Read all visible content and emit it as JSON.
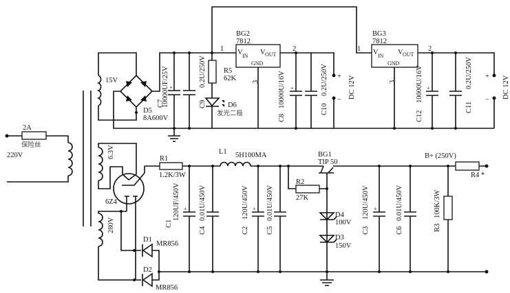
{
  "fuse": {
    "rating": "2A",
    "name": "保险丝"
  },
  "mains": "220V",
  "windings": {
    "w15": "15V",
    "w63": "6.3V",
    "w280": "280V"
  },
  "bridge": {
    "ref": "D5",
    "value": "8A600V"
  },
  "c7": {
    "ref": "C7",
    "value": "10000UF/25V"
  },
  "c9": {
    "ref": "C9",
    "value": "0.2U/250V"
  },
  "r5": {
    "ref": "R5",
    "value": "62K"
  },
  "d6": {
    "ref": "D6",
    "value": "发光二极"
  },
  "bg2": {
    "ref": "BG2",
    "part": "7812",
    "vin": "V",
    "vin_sub": "IN",
    "vout": "V",
    "vout_sub": "OUT",
    "gnd": "GND",
    "pin1": "1",
    "pin2": "2",
    "pin3": "3"
  },
  "c8": {
    "ref": "C8",
    "value": "10000U/16V"
  },
  "c10": {
    "ref": "C10",
    "value": "0.2U/250V"
  },
  "out1": {
    "label": "DC  12V",
    "plus": "+",
    "minus": "−"
  },
  "bg3": {
    "ref": "BG3",
    "part": "7812",
    "vin": "V",
    "vin_sub": "IN",
    "vout": "V",
    "vout_sub": "OUT",
    "gnd": "GND",
    "pin1": "1",
    "pin2": "2",
    "pin3": "3"
  },
  "c12": {
    "ref": "C12",
    "value": "10000U/16V"
  },
  "c11": {
    "ref": "C11",
    "value": "0.2U/250V"
  },
  "out2": {
    "label": "DC  12V",
    "plus": "+",
    "minus": "−"
  },
  "tube": "6Z4",
  "r1": {
    "ref": "R1",
    "value": "1.2K/3W"
  },
  "c1": {
    "ref": "C1",
    "value": "120UF/450V"
  },
  "c4": {
    "ref": "C4",
    "value": "0.01U/450V"
  },
  "l1": {
    "ref": "L1",
    "value": "5H100MA"
  },
  "c2": {
    "ref": "C2",
    "value": "120U/450V"
  },
  "c5": {
    "ref": "C5",
    "value": "0.01U/450V"
  },
  "bg1": {
    "ref": "BG1",
    "part": "TIP 50"
  },
  "r2": {
    "ref": "R2",
    "value": "27K"
  },
  "d4": {
    "ref": "D4",
    "value": "100V"
  },
  "d3": {
    "ref": "D3",
    "value": "150V"
  },
  "c3": {
    "ref": "C3",
    "value": "120U/450V"
  },
  "c6": {
    "ref": "C6",
    "value": "0.01U/450V"
  },
  "bplus": "B+ (250V)",
  "r3": {
    "ref": "R3",
    "value": "100K/3W"
  },
  "r4": {
    "ref": "R4 *"
  },
  "d1": {
    "ref": "D1",
    "value": "MR856"
  },
  "d2": {
    "ref": "D2",
    "value": "MR856"
  }
}
